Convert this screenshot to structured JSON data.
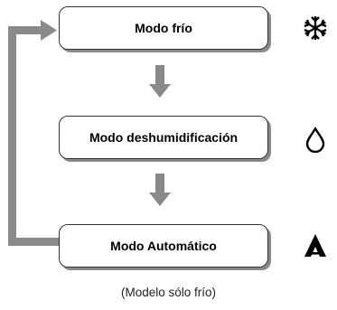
{
  "diagram": {
    "modes": [
      {
        "label": "Modo frío",
        "icon": "snowflake-icon"
      },
      {
        "label": "Modo deshumidificación",
        "icon": "water-drop-icon"
      },
      {
        "label": "Modo Automático",
        "icon": "auto-mode-icon"
      }
    ],
    "caption": "(Modelo sólo frío)"
  },
  "colors": {
    "connector": "#8a8a8a",
    "box_border": "#333333",
    "box_shadow": "#8a8a8a",
    "icon": "#000000"
  }
}
